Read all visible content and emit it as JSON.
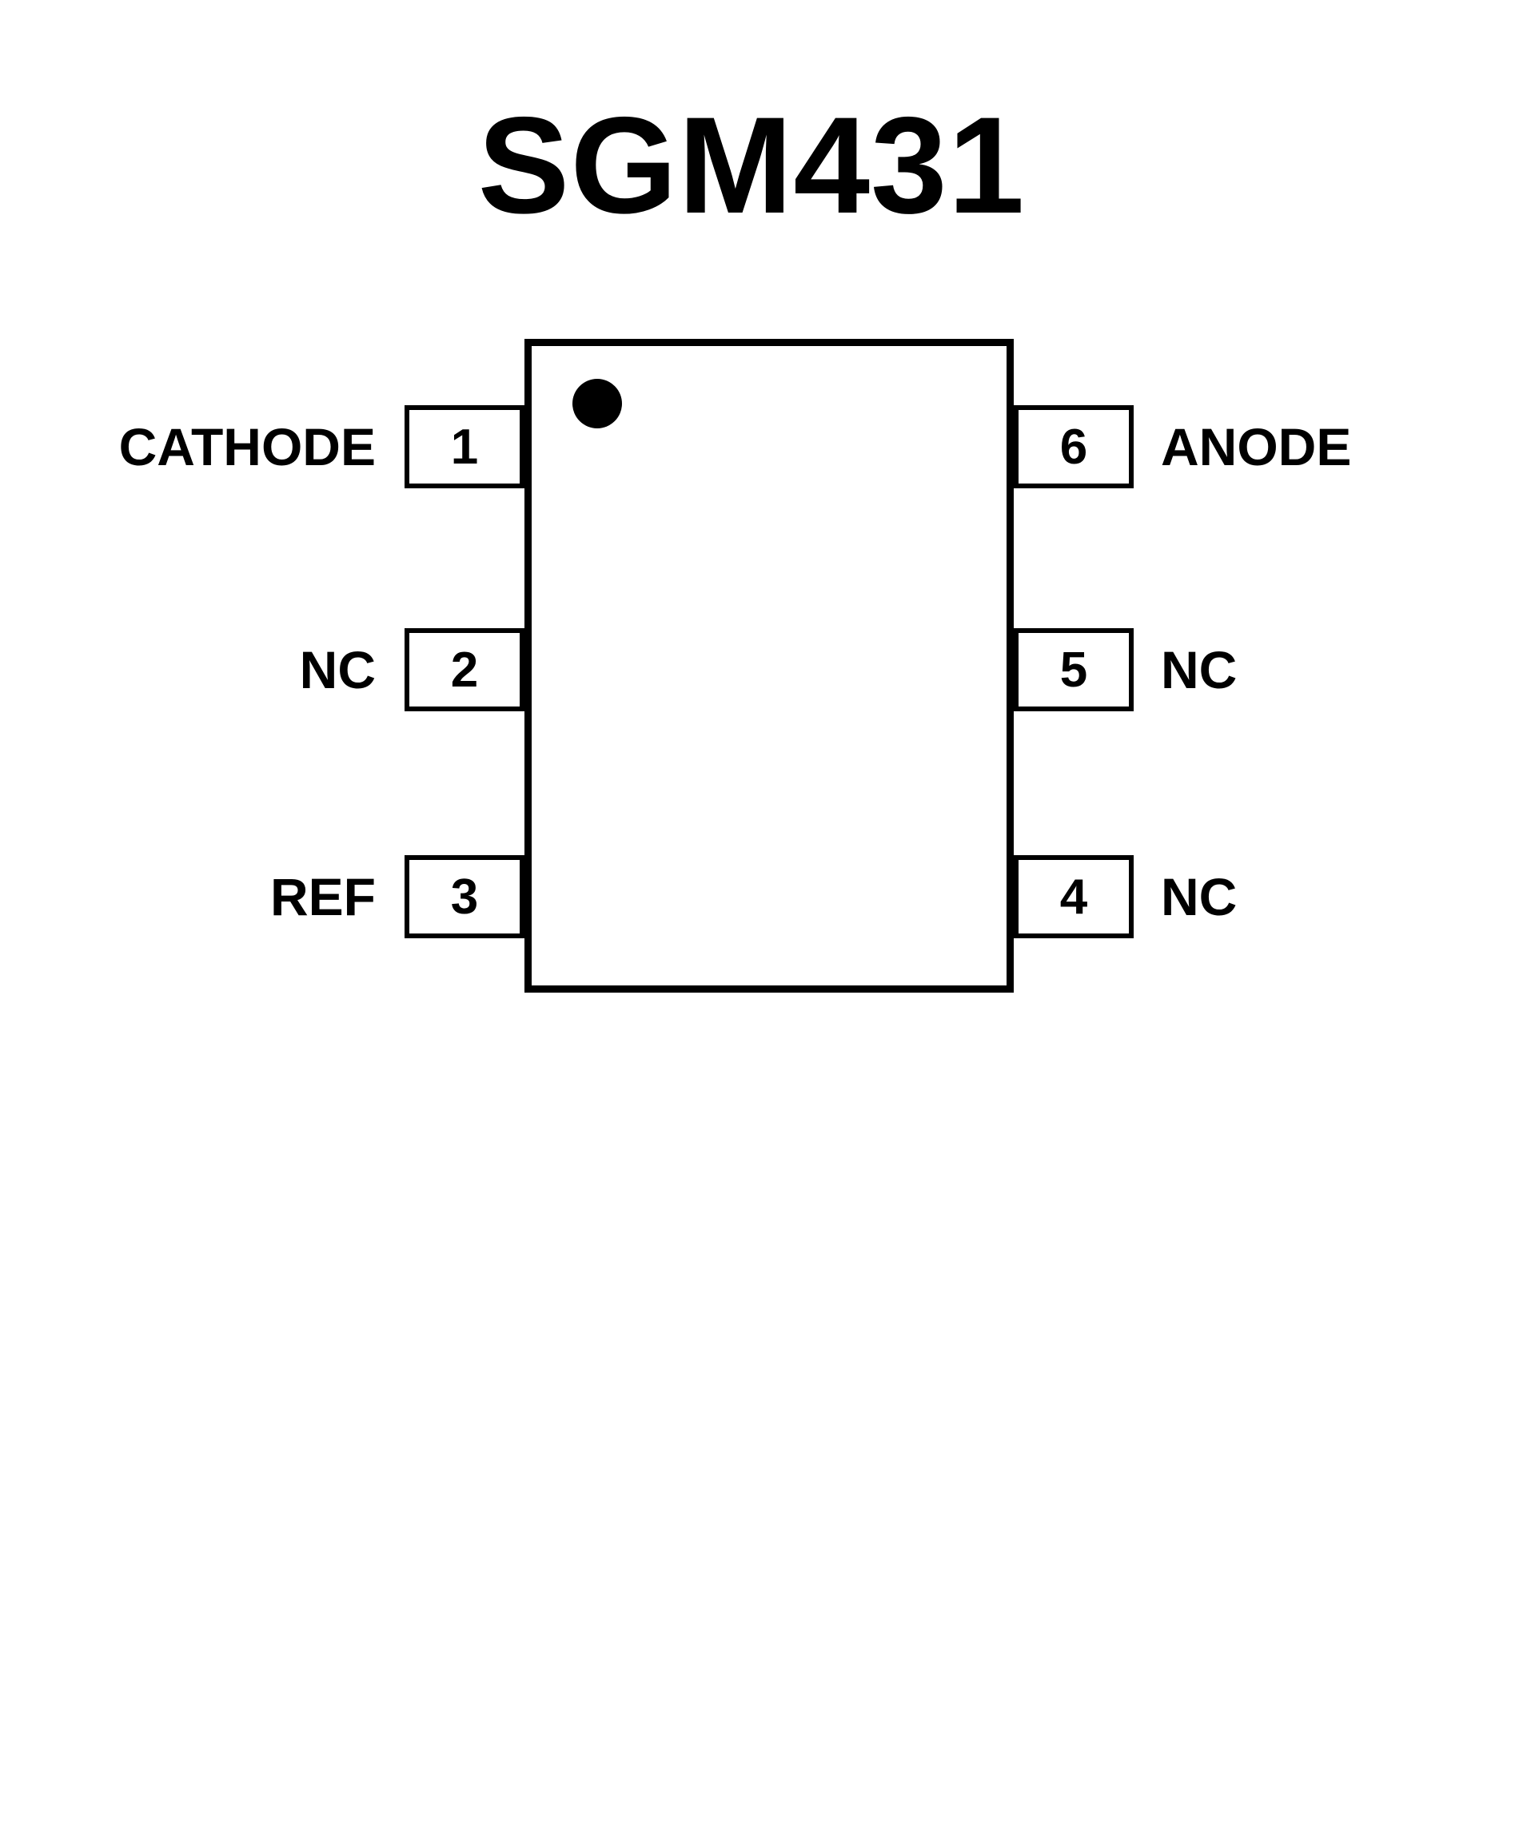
{
  "title": "SGM431",
  "chip": {
    "part_name": "SGM431",
    "pin1_indicator": "dot",
    "left_pins": [
      {
        "number": "1",
        "label": "CATHODE"
      },
      {
        "number": "2",
        "label": "NC"
      },
      {
        "number": "3",
        "label": "REF"
      }
    ],
    "right_pins": [
      {
        "number": "6",
        "label": "ANODE"
      },
      {
        "number": "5",
        "label": "NC"
      },
      {
        "number": "4",
        "label": "NC"
      }
    ],
    "colors": {
      "outline": "#000000",
      "background": "#ffffff",
      "text": "#000000"
    }
  }
}
